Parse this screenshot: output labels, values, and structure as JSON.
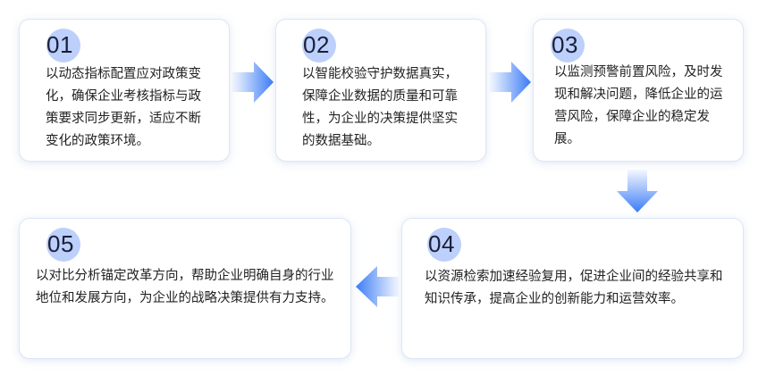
{
  "steps": [
    {
      "num": "01",
      "text": "以动态指标配置应对政策变化，确保企业考核指标与政策要求同步更新，适应不断变化的政策环境。"
    },
    {
      "num": "02",
      "text": "以智能校验守护数据真实，保障企业数据的质量和可靠性，为企业的决策提供坚实的数据基础。"
    },
    {
      "num": "03",
      "text": "以监测预警前置风险，及时发现和解决问题，降低企业的运营风险，保障企业的稳定发展。"
    },
    {
      "num": "04",
      "text": "以资源检索加速经验复用，促进企业间的经验共享和知识传承，提高企业的创新能力和运营效率。"
    },
    {
      "num": "05",
      "text": "以对比分析锚定改革方向，帮助企业明确自身的行业地位和发展方向，为企业的战略决策提供有力支持。"
    }
  ],
  "colors": {
    "accent": "#3b7cf6",
    "badge": "#bcd0fb",
    "card_border": "#dbe6f6"
  },
  "icons": [
    "arrow-right-icon",
    "arrow-down-icon",
    "arrow-left-icon"
  ]
}
